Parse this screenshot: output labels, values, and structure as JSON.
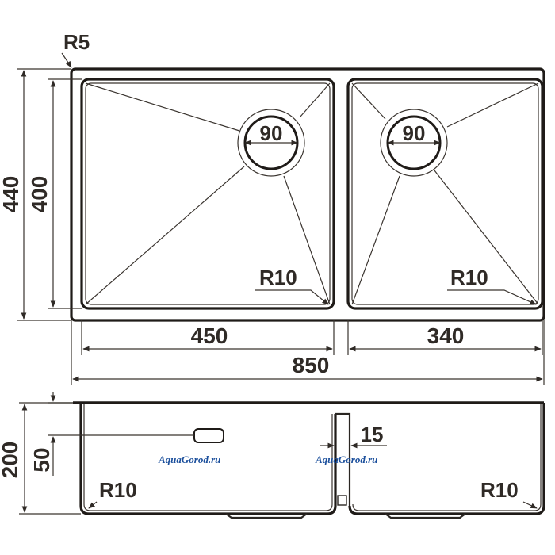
{
  "labels": {
    "corner_radius": "R5",
    "total_depth": "440",
    "bowl_depth": "400",
    "drain_left": "90",
    "drain_right": "90",
    "radius_left": "R10",
    "radius_right": "R10",
    "width_left": "450",
    "width_right": "340",
    "width_total": "850",
    "height_total": "200",
    "overflow_height": "50",
    "divider_width": "15",
    "radius_side_left": "R10",
    "radius_side_right": "R10"
  },
  "watermarks": {
    "left": "AquaGorod.ru",
    "right": "AquaGorod.ru"
  },
  "colors": {
    "line": "#2f2a26",
    "watermark": "#1b4f9c"
  }
}
